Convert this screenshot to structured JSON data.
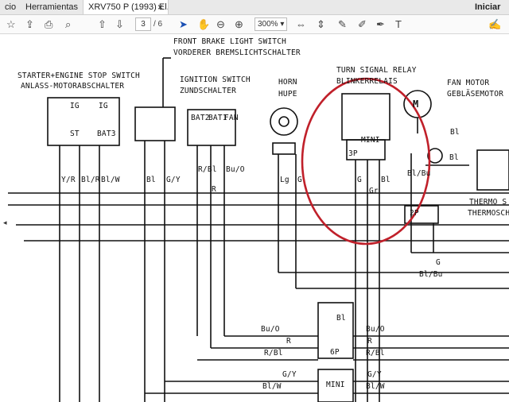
{
  "tabs": [
    {
      "label": "cio"
    },
    {
      "label": "Herramientas"
    },
    {
      "label": "XRV750 P (1993) El..."
    }
  ],
  "tab_close": "×",
  "sign_in": "Iniciar",
  "toolbar": {
    "page_current": "3",
    "page_total": "/ 6",
    "zoom": "300%"
  },
  "diagram": {
    "starter_title": "STARTER+ENGINE STOP SWITCH",
    "starter_subtitle": "ANLASS-MOTORABSCHALTER",
    "brake_title": "FRONT BRAKE LIGHT SWITCH",
    "brake_subtitle": "VORDERER BREMSLICHTSCHALTER",
    "ignition_title": "IGNITION SWITCH",
    "ignition_subtitle": "ZUNDSCHALTER",
    "horn_title": "HORN",
    "horn_subtitle": "HUPE",
    "relay_title": "TURN SIGNAL RELAY",
    "relay_subtitle": "BLINKERRELAIS",
    "fan_title": "FAN MOTOR",
    "fan_subtitle": "GEBLÄSEMOTOR",
    "fan_letter": "M",
    "thermo_title": "THERMO S",
    "thermo_subtitle": "THERMOSCH",
    "relay_mini": "MINI",
    "relay_3p": "3P",
    "connector_2p": "2P",
    "connector_6p": "6P",
    "connector_mini": "MINI",
    "starter_pins": [
      "IG",
      "ST",
      "IG",
      "BAT3"
    ],
    "ignition_pins": [
      "BAT2",
      "BAT1",
      "FAN"
    ],
    "wire_labels": [
      "Y/R",
      "Bl/R",
      "Bl/W",
      "Bl",
      "G/Y",
      "R/Bl",
      "R",
      "Bu/O",
      "Lg",
      "G",
      "G",
      "Gr",
      "Bl",
      "Bl",
      "Bl/Bu",
      "G",
      "Bl/Bu",
      "Bu/O",
      "R",
      "R/Bl",
      "G/Y",
      "Bl/W",
      "Bu/O",
      "R",
      "R/Bl",
      "G/Y",
      "Bl/W",
      "Bl",
      "Bl"
    ]
  }
}
